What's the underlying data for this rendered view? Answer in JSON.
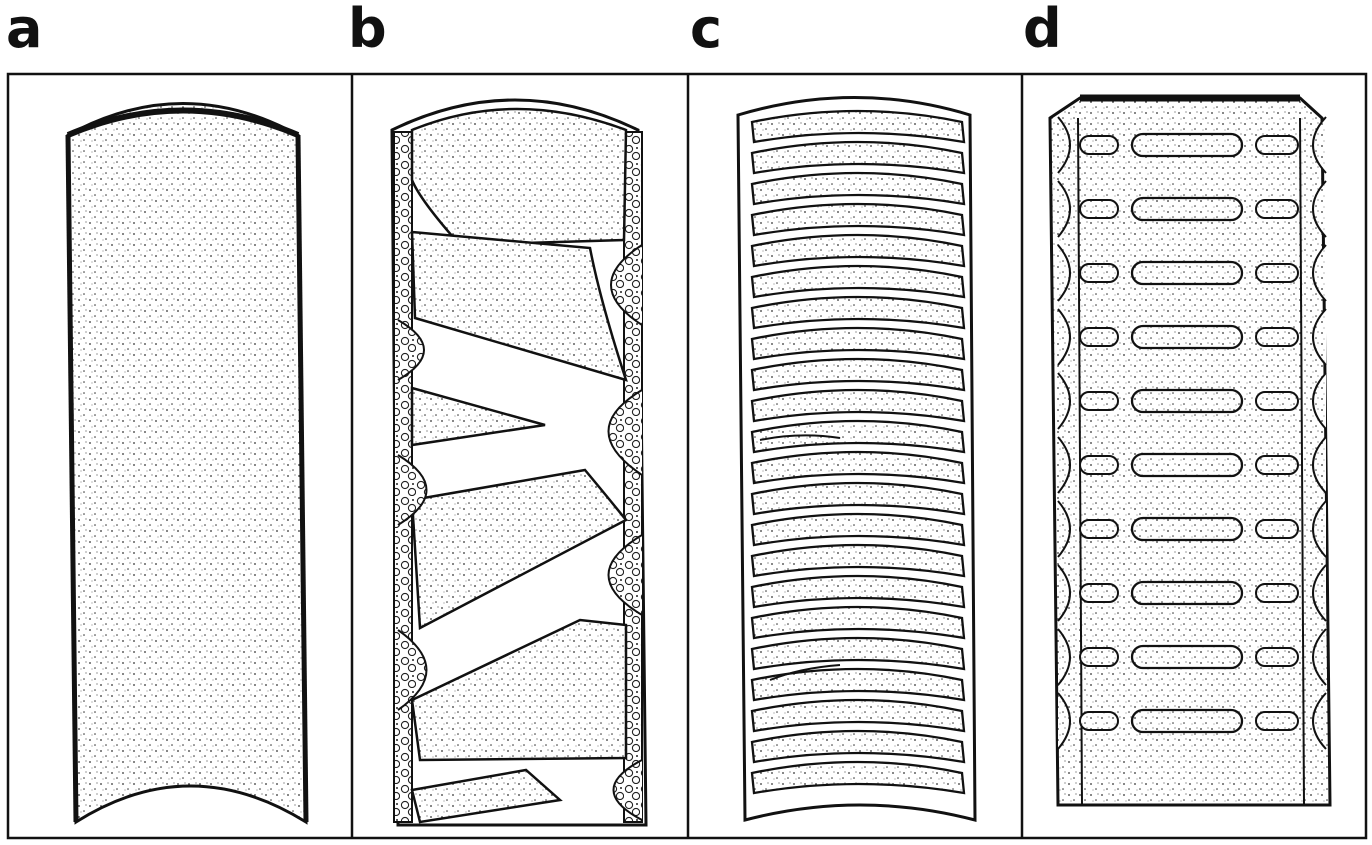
{
  "panels": [
    {
      "label": "a"
    },
    {
      "label": "b"
    },
    {
      "label": "c"
    },
    {
      "label": "d"
    }
  ],
  "colors": {
    "ink": "#111111",
    "paper": "#ffffff",
    "stipple": "#333333"
  }
}
